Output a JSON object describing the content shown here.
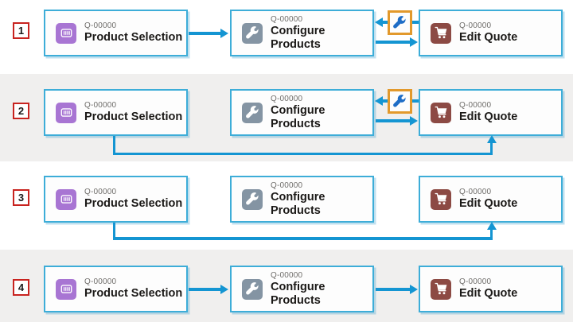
{
  "rows": [
    {
      "number": "1",
      "cards": [
        {
          "code": "Q-00000",
          "title": "Product Selection",
          "icon": "barcode-icon"
        },
        {
          "code": "Q-00000",
          "title": "Configure Products",
          "icon": "wrench-icon"
        },
        {
          "code": "Q-00000",
          "title": "Edit Quote",
          "icon": "cart-icon"
        }
      ],
      "connections": [
        "Product Selection to Configure Products (forward arrow)",
        "Edit Quote to Configure Products (back arrow through wrench badge)",
        "Configure Products to Edit Quote (forward arrow)"
      ]
    },
    {
      "number": "2",
      "cards": [
        {
          "code": "Q-00000",
          "title": "Product Selection",
          "icon": "barcode-icon"
        },
        {
          "code": "Q-00000",
          "title": "Configure Products",
          "icon": "wrench-icon"
        },
        {
          "code": "Q-00000",
          "title": "Edit Quote",
          "icon": "cart-icon"
        }
      ],
      "connections": [
        "Product Selection to Edit Quote (bottom elbow connector, arrow up into card)",
        "Edit Quote to Configure Products (back arrow through wrench badge)",
        "Configure Products to Edit Quote (forward arrow)"
      ]
    },
    {
      "number": "3",
      "cards": [
        {
          "code": "Q-00000",
          "title": "Product Selection",
          "icon": "barcode-icon"
        },
        {
          "code": "Q-00000",
          "title": "Configure Products",
          "icon": "wrench-icon"
        },
        {
          "code": "Q-00000",
          "title": "Edit Quote",
          "icon": "cart-icon"
        }
      ],
      "connections": [
        "Product Selection to Edit Quote (bottom elbow connector, arrow up into card)"
      ]
    },
    {
      "number": "4",
      "cards": [
        {
          "code": "Q-00000",
          "title": "Product Selection",
          "icon": "barcode-icon"
        },
        {
          "code": "Q-00000",
          "title": "Configure Products",
          "icon": "wrench-icon"
        },
        {
          "code": "Q-00000",
          "title": "Edit Quote",
          "icon": "cart-icon"
        }
      ],
      "connections": [
        "Product Selection to Configure Products (forward arrow)",
        "Configure Products to Edit Quote (forward arrow)"
      ]
    }
  ],
  "colors": {
    "arrow": "#1495d2",
    "card_border": "#3dadd8",
    "card_bg": "#fdfdfd",
    "band_gray": "#f0efee",
    "row_number_border": "#c8231f",
    "highlight_border": "#e2992c",
    "highlight_wrench": "#1e6dc6",
    "product_icon": "#a875d3",
    "configure_icon": "#8494a3",
    "quote_icon": "#8c4a44",
    "code_text": "#6e6c69",
    "title_text": "#1b1917"
  }
}
